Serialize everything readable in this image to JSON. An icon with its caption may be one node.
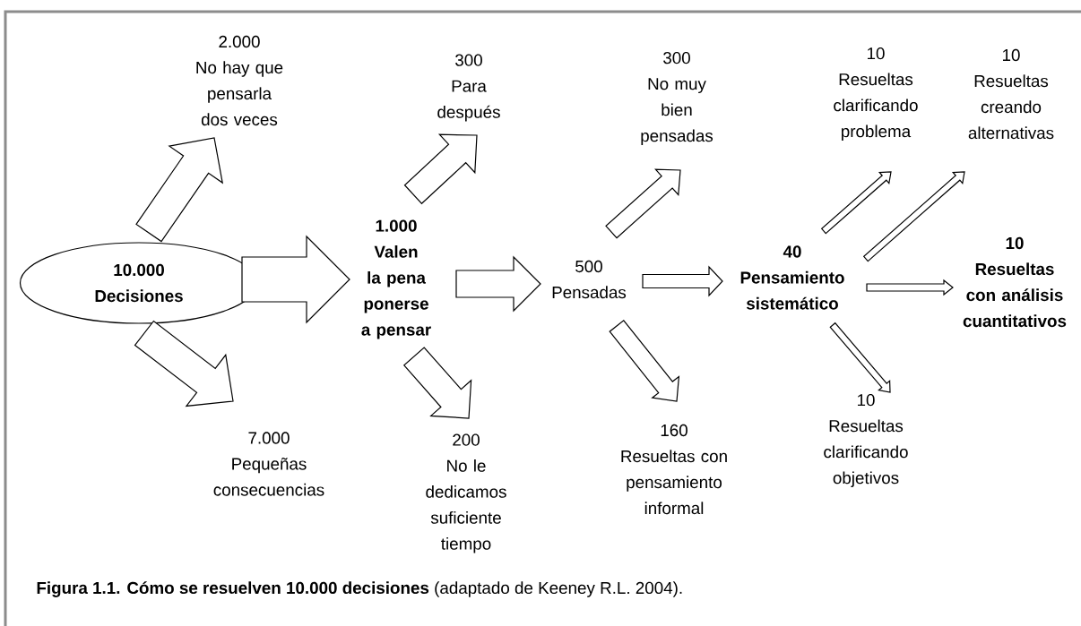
{
  "diagram": {
    "caption": "**Figura 1.1. Cómo se resuelven 10.000 decisiones** (adaptado de Keeney R.L. 2004).",
    "nodes": [
      {
        "text": [
          "10.000",
          "Decisiones"
        ]
      },
      {
        "text": [
          "2.000",
          "No hay que pensarla dos veces"
        ]
      },
      {
        "text": [
          "7.000",
          "Pequeñas consecuencias"
        ]
      },
      {
        "text": [
          "1.000",
          "Valen la pena ponerse a pensar"
        ]
      },
      {
        "text": [
          "300",
          "Para después"
        ]
      },
      {
        "text": [
          "200",
          "No le dedicamos suficiente tiempo"
        ]
      },
      {
        "text": [
          "500",
          "Pensadas"
        ]
      },
      {
        "text": [
          "300",
          "No muy bien pensadas"
        ]
      },
      {
        "text": [
          "160",
          "Resueltas con pensamiento informal"
        ]
      },
      {
        "text": [
          "40",
          "Pensamiento sistemático"
        ]
      },
      {
        "text": [
          "10",
          "Resueltas clarificando problema"
        ]
      },
      {
        "text": [
          "10",
          "Resueltas creando alternativas"
        ]
      },
      {
        "text": [
          "10",
          "Resueltas con análisis cuantitativos"
        ]
      },
      {
        "text": [
          "10",
          "Resueltas clarificando objetivos"
        ]
      }
    ],
    "edges": [
      {
        "from": 0,
        "to": 1,
        "arrow": "to"
      },
      {
        "from": 0,
        "to": 2,
        "arrow": "to"
      },
      {
        "from": 0,
        "to": 3,
        "arrow": "to"
      },
      {
        "from": 3,
        "to": 4,
        "arrow": "to"
      },
      {
        "from": 3,
        "to": 5,
        "arrow": "to"
      },
      {
        "from": 3,
        "to": 6,
        "arrow": "to"
      },
      {
        "from": 6,
        "to": 7,
        "arrow": "to"
      },
      {
        "from": 6,
        "to": 8,
        "arrow": "to"
      },
      {
        "from": 6,
        "to": 9,
        "arrow": "to"
      },
      {
        "from": 9,
        "to": 10,
        "arrow": "to"
      },
      {
        "from": 9,
        "to": 11,
        "arrow": "to"
      },
      {
        "from": 9,
        "to": 12,
        "arrow": "to"
      },
      {
        "from": 9,
        "to": 13,
        "arrow": "to"
      }
    ]
  }
}
